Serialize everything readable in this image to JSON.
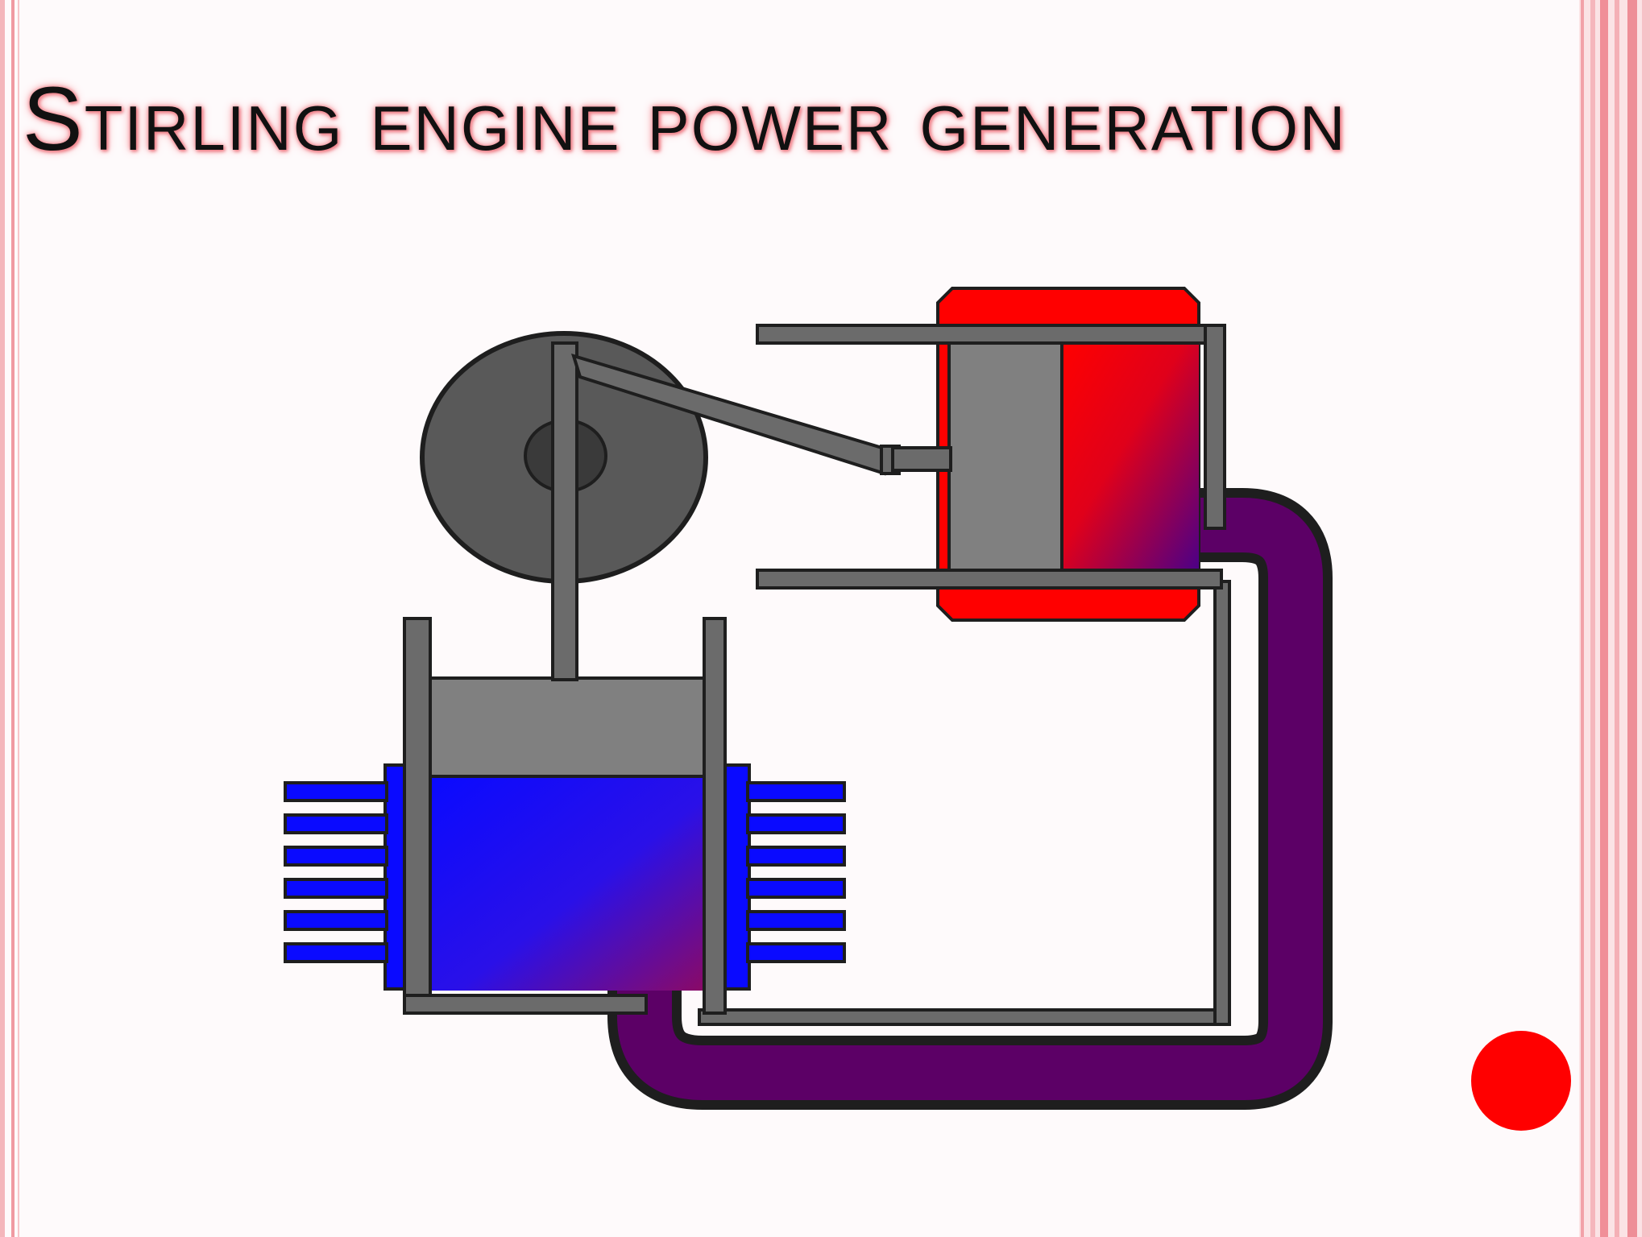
{
  "slide": {
    "title": "Stirling engine power generation"
  },
  "diagram": {
    "components": [
      "flywheel",
      "displacer-piston",
      "power-piston",
      "hot-cylinder",
      "cold-cylinder",
      "cooling-fins",
      "transfer-pipe"
    ]
  },
  "colors": {
    "hot": "#ff0000",
    "cold": "#0a0aff",
    "transfer": "#5c0066",
    "metal": "#808080",
    "outline": "#1e1e1e",
    "flywheel": "#595959",
    "title_glow": "#f27d86",
    "record_dot": "#ff0000"
  },
  "icons": {
    "record": "record-dot-icon"
  }
}
